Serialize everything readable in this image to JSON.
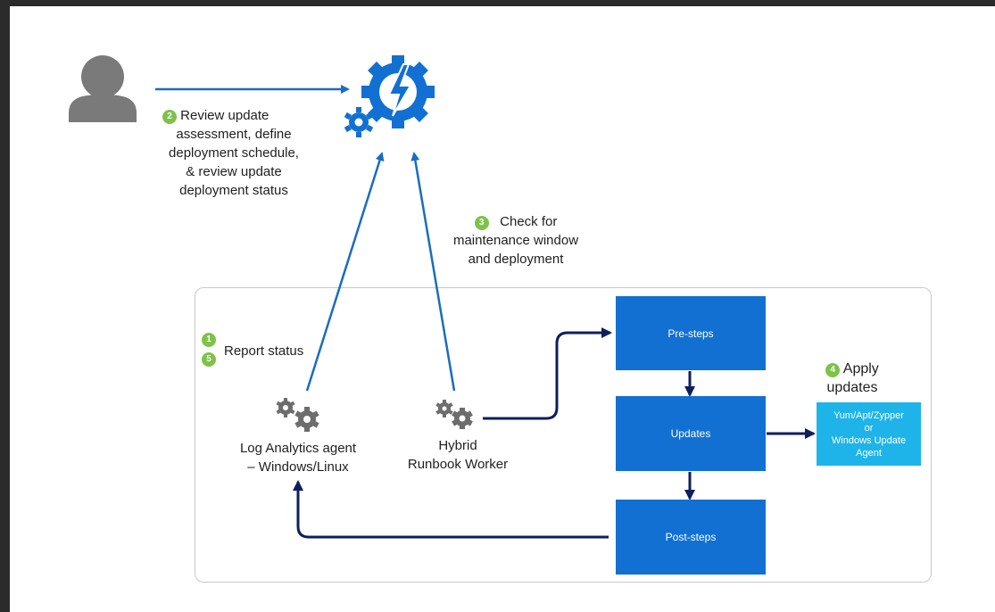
{
  "steps": {
    "review": {
      "number": "2",
      "line1": "Review update",
      "line2": "assessment, define",
      "line3": "deployment schedule,",
      "line4": "& review update",
      "line5": "deployment status"
    },
    "check": {
      "number": "3",
      "line1": "Check for",
      "line2": "maintenance window",
      "line3": "and deployment"
    },
    "report": {
      "number_a": "1",
      "number_b": "5",
      "label": "Report status"
    },
    "apply": {
      "number": "4",
      "line1": "Apply",
      "line2": "updates"
    }
  },
  "agents": {
    "log_analytics": {
      "line1": "Log Analytics agent",
      "line2": "– Windows/Linux"
    },
    "hybrid_worker": {
      "line1": "Hybrid",
      "line2": "Runbook Worker"
    }
  },
  "boxes": {
    "pre_steps": "Pre-steps",
    "updates": "Updates",
    "post_steps": "Post-steps",
    "agent_line1": "Yum/Apt/Zypper",
    "agent_line2": "or",
    "agent_line3": "Windows Update",
    "agent_line4": "Agent"
  },
  "colors": {
    "arrow_blue": "#1a6dbf",
    "arrow_navy": "#0d1f5c",
    "box_blue": "#1170d2",
    "box_light": "#1eb4ea",
    "step_green": "#7ec24a",
    "gear_gray": "#6d6d6d",
    "user_gray": "#7a7a7a"
  }
}
